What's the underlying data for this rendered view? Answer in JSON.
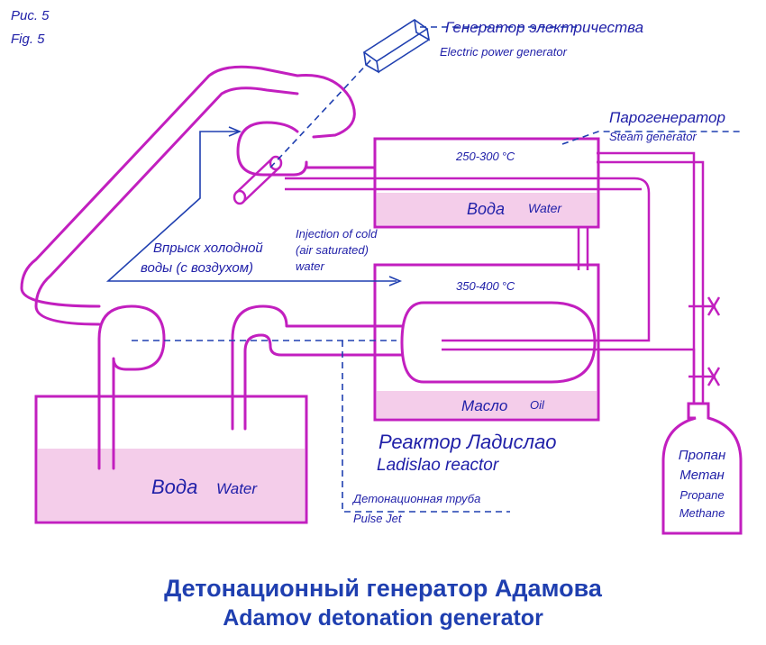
{
  "figure": {
    "label_ru": "Рис. 5",
    "label_en": "Fig. 5"
  },
  "labels": {
    "power_gen_ru": "Генератор электричества",
    "power_gen_en": "Electric power generator",
    "steam_gen_ru": "Парогенератор",
    "steam_gen_en": "Steam generator",
    "temp_upper": "250-300",
    "temp_lower": "350-400",
    "degree_unit": "°C",
    "water_upper_ru": "Вода",
    "water_upper_en": "Water",
    "injection_en_1": "Injection of cold",
    "injection_en_2": "(air saturated)",
    "injection_en_3": "water",
    "injection_ru_1": "Впрыск холодной",
    "injection_ru_2": "воды (с воздухом)",
    "oil_ru": "Масло",
    "oil_en": "Oil",
    "reactor_ru": "Реактор Ладислао",
    "reactor_en": "Ladislao reactor",
    "pulsejet_ru": "Детонационная труба",
    "pulsejet_en": "Pulse Jet",
    "tank_water_ru": "Вода",
    "tank_water_en": "Water",
    "gas_ru_1": "Пропан",
    "gas_ru_2": "Метан",
    "gas_en_1": "Propane",
    "gas_en_2": "Methane"
  },
  "title": {
    "ru": "Детонационный генератор Адамова",
    "en": "Adamov detonation generator"
  },
  "colors": {
    "pipe": "#c21fbf",
    "fluid": "#f4cdea",
    "text": "#1f1fa8",
    "title": "#1f3fb0"
  }
}
